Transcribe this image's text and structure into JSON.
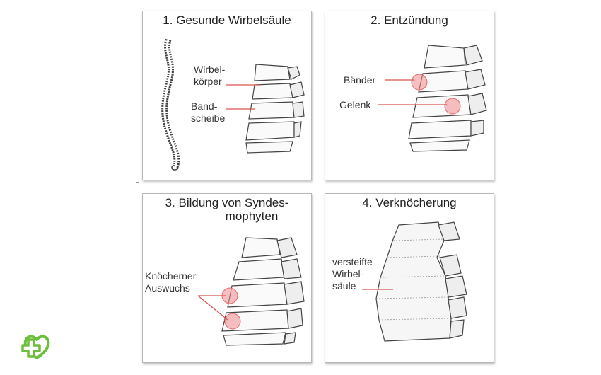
{
  "panels": [
    {
      "title": "1. Gesunde Wirbelsäule",
      "labels": [
        {
          "lines": [
            "Wirbel-",
            "körper"
          ]
        },
        {
          "lines": [
            "Band-",
            "scheibe"
          ]
        }
      ]
    },
    {
      "title": "2. Entzündung",
      "labels": [
        {
          "lines": [
            "Bänder"
          ]
        },
        {
          "lines": [
            "Gelenk"
          ]
        }
      ]
    },
    {
      "title_lines": [
        "3. Bildung von Syndes-",
        "mophyten"
      ],
      "labels": [
        {
          "lines": [
            "Knöcherner",
            "Auswuchs"
          ]
        }
      ]
    },
    {
      "title": "4. Verknöcherung",
      "labels": [
        {
          "lines": [
            "versteifte",
            "Wirbel-",
            "säule"
          ]
        }
      ]
    }
  ],
  "colors": {
    "accent_red": "#d9534f",
    "highlight": "#f08a8a",
    "logo_green": "#6cbf3a",
    "bone_line": "#555555"
  },
  "icons": {
    "logo": "cross-heart-icon"
  }
}
